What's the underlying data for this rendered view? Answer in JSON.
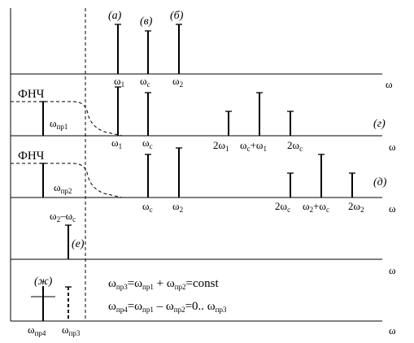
{
  "omega": "ω",
  "filter_label": "ФНЧ",
  "panel_labels": {
    "a": "(а)",
    "v": "(в)",
    "b": "(б)",
    "g": "(г)",
    "d": "(д)",
    "e": "(е)",
    "zh": "(ж)"
  },
  "w1": {
    "base": "ω",
    "sub": "1"
  },
  "wc": {
    "base": "ω",
    "sub": "c"
  },
  "w2": {
    "base": "ω",
    "sub": "2"
  },
  "wpr1": {
    "base": "ω",
    "sub": "пр1"
  },
  "wpr2": {
    "base": "ω",
    "sub": "пр2"
  },
  "wpr3": {
    "base": "ω",
    "sub": "пр3"
  },
  "wpr4": {
    "base": "ω",
    "sub": "пр4"
  },
  "two_w1": {
    "pre": "2ω",
    "sub": "1"
  },
  "two_wc": {
    "pre": "2ω",
    "sub": "c"
  },
  "two_w2": {
    "pre": "2ω",
    "sub": "2"
  },
  "wc_plus_w1": {
    "a": "ω",
    "asub": "c",
    "op": "+ω",
    "bsub": "1"
  },
  "w2_plus_wc": {
    "a": "ω",
    "asub": "2",
    "op": "+ω",
    "bsub": "c"
  },
  "w2_minus_wc": {
    "a": "ω",
    "asub": "2",
    "op": "–ω",
    "bsub": "c"
  },
  "eq1": {
    "a": "ω",
    "asub": "пр3",
    "m1": "=ω",
    "bsub": "пр1",
    "m2": " + ω",
    "csub": "пр2",
    "tail": "=const"
  },
  "eq2": {
    "a": "ω",
    "asub": "пр4",
    "m1": "=ω",
    "bsub": "пр1",
    "m2": " – ω",
    "csub": "пр2",
    "m3": "=0.. ω",
    "dsub": "пр3"
  }
}
